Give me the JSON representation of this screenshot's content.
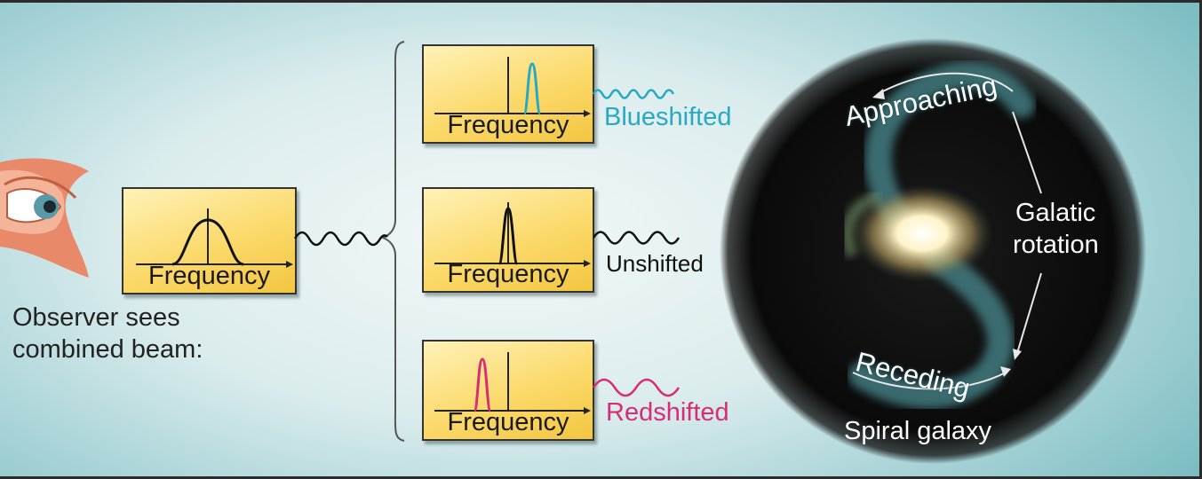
{
  "observer": {
    "caption_line1": "Observer sees",
    "caption_line2": "combined beam:"
  },
  "combined_box": {
    "axis_label": "Frequency"
  },
  "shift_boxes": [
    {
      "axis_label": "Frequency",
      "label": "Blueshifted",
      "color": "#27a9c2"
    },
    {
      "axis_label": "Frequency",
      "label": "Unshifted",
      "color": "#111111"
    },
    {
      "axis_label": "Frequency",
      "label": "Redshifted",
      "color": "#d82d74"
    }
  ],
  "galaxy": {
    "approaching_label": "Approaching",
    "receding_label": "Receding",
    "rotation_label_line1": "Galatic",
    "rotation_label_line2": "rotation",
    "caption": "Spiral galaxy"
  },
  "colors": {
    "blueshift": "#27a9c2",
    "redshift": "#d82d74",
    "box_fill": "#fbd96a",
    "background": "#9fcfd3"
  }
}
